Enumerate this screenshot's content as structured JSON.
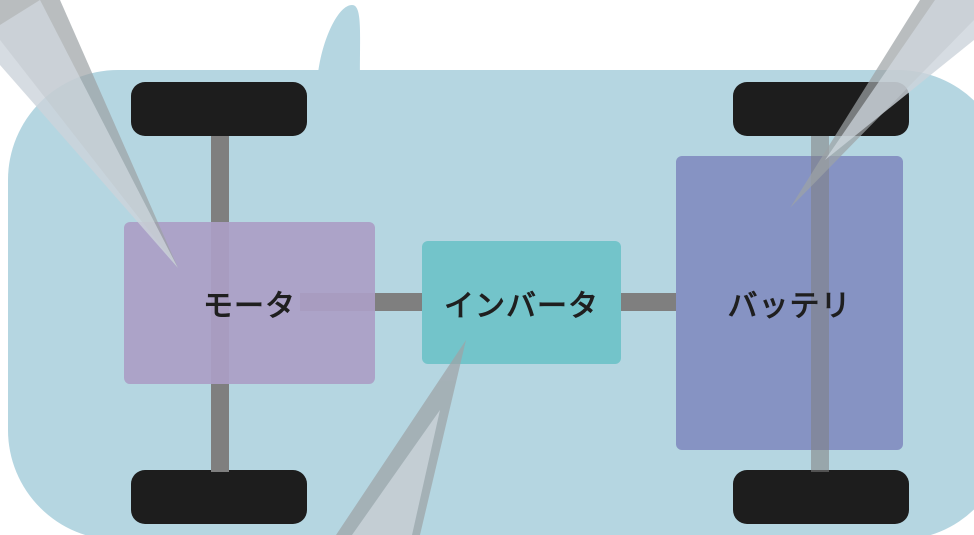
{
  "components": {
    "motor": {
      "label": "モータ"
    },
    "inverter": {
      "label": "インバータ"
    },
    "battery": {
      "label": "バッテリ"
    }
  },
  "colors": {
    "car_body": "#b5d6e1",
    "wheel": "#1d1d1d",
    "axle": "#7f7f7f",
    "motor": "#ab9ec6",
    "inverter": "#73c4ca",
    "battery": "#8693c3",
    "callout_outer": "#9ea3a6",
    "callout_inner": "#cdd4db"
  }
}
